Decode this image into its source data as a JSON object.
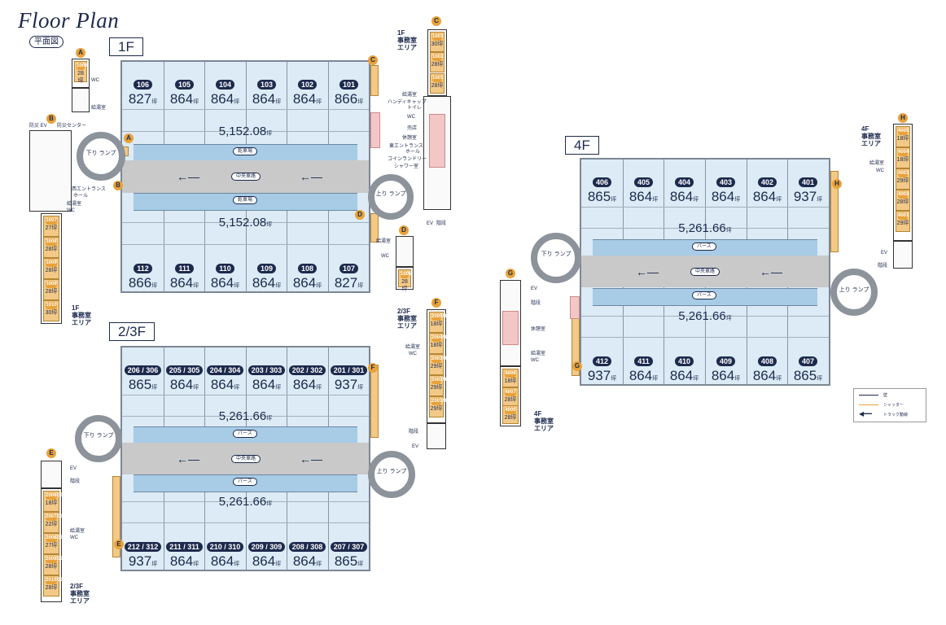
{
  "header": {
    "title": "Floor Plan",
    "subtitle": "平面図"
  },
  "units_label": "坪",
  "floors": {
    "f1": {
      "label": "1F",
      "units_top": [
        {
          "num": "106",
          "area": "827"
        },
        {
          "num": "105",
          "area": "864"
        },
        {
          "num": "104",
          "area": "864"
        },
        {
          "num": "103",
          "area": "864"
        },
        {
          "num": "102",
          "area": "864"
        },
        {
          "num": "101",
          "area": "866"
        }
      ],
      "units_bottom": [
        {
          "num": "112",
          "area": "866"
        },
        {
          "num": "111",
          "area": "864"
        },
        {
          "num": "110",
          "area": "864"
        },
        {
          "num": "109",
          "area": "864"
        },
        {
          "num": "108",
          "area": "864"
        },
        {
          "num": "107",
          "area": "827"
        }
      ],
      "area_top": "5,152.08",
      "area_bottom": "5,152.08",
      "pill_top": "乾車場",
      "pill_center": "中央車路",
      "pill_bottom": "乾車場"
    },
    "f23": {
      "label": "2/3F",
      "units_top": [
        {
          "num": "206 / 306",
          "area": "865"
        },
        {
          "num": "205 / 305",
          "area": "864"
        },
        {
          "num": "204 / 304",
          "area": "864"
        },
        {
          "num": "203 / 303",
          "area": "864"
        },
        {
          "num": "202 / 302",
          "area": "864"
        },
        {
          "num": "201 / 301",
          "area": "937"
        }
      ],
      "units_bottom": [
        {
          "num": "212 / 312",
          "area": "937"
        },
        {
          "num": "211 / 311",
          "area": "864"
        },
        {
          "num": "210 / 310",
          "area": "864"
        },
        {
          "num": "209 / 309",
          "area": "864"
        },
        {
          "num": "208 / 308",
          "area": "864"
        },
        {
          "num": "207 / 307",
          "area": "865"
        }
      ],
      "area_top": "5,261.66",
      "area_bottom": "5,261.66",
      "pill_top": "バース",
      "pill_center": "中央車路",
      "pill_bottom": "バース"
    },
    "f4": {
      "label": "4F",
      "units_top": [
        {
          "num": "406",
          "area": "865"
        },
        {
          "num": "405",
          "area": "864"
        },
        {
          "num": "404",
          "area": "864"
        },
        {
          "num": "403",
          "area": "864"
        },
        {
          "num": "402",
          "area": "864"
        },
        {
          "num": "401",
          "area": "937"
        }
      ],
      "units_bottom": [
        {
          "num": "412",
          "area": "937"
        },
        {
          "num": "411",
          "area": "864"
        },
        {
          "num": "410",
          "area": "864"
        },
        {
          "num": "409",
          "area": "864"
        },
        {
          "num": "408",
          "area": "864"
        },
        {
          "num": "407",
          "area": "865"
        }
      ],
      "area_top": "5,261.66",
      "area_bottom": "5,261.66",
      "pill_top": "バース",
      "pill_center": "中央車路",
      "pill_bottom": "バース"
    }
  },
  "ramps": {
    "down": "下り\nランプ",
    "up": "上り\nランプ"
  },
  "offices": {
    "a": {
      "marker": "A",
      "units": [
        {
          "num": "1006",
          "area": "28"
        }
      ],
      "labels": [
        "WC",
        "給湯室"
      ]
    },
    "b": {
      "marker": "B",
      "units": [
        {
          "num": "1007",
          "area": "27"
        },
        {
          "num": "1008",
          "area": "28"
        },
        {
          "num": "1009",
          "area": "28"
        },
        {
          "num": "1009",
          "area": "28"
        },
        {
          "num": "1010",
          "area": "30"
        }
      ],
      "labels": [
        "防災 EV",
        "防災センター",
        "西エントランス",
        "ホール",
        "給湯室",
        "WC"
      ],
      "area_label": "1F\n事務室\nエリア"
    },
    "c": {
      "marker": "C",
      "units": [
        {
          "num": "1003",
          "area": "30"
        },
        {
          "num": "1002",
          "area": "28"
        },
        {
          "num": "1001",
          "area": "28"
        }
      ],
      "labels": [
        "給湯室",
        "ハンディキャップ",
        "トイレ",
        "WC",
        "売店",
        "休憩室",
        "東エントランス",
        "ホール",
        "コインランドリー",
        "シャワー室",
        "EV",
        "階段"
      ],
      "area_label": "1F\n事務室\nエリア"
    },
    "d": {
      "marker": "D",
      "units": [
        {
          "num": "1005",
          "area": "28"
        }
      ],
      "labels": [
        "給湯室",
        "WC"
      ]
    },
    "e": {
      "marker": "E",
      "units": [
        {
          "num": "2006/3006",
          "area": "18"
        },
        {
          "num": "2007/3007",
          "area": "22"
        },
        {
          "num": "2008/3008",
          "area": "27"
        },
        {
          "num": "2009/3009",
          "area": "28"
        },
        {
          "num": "2010/3010",
          "area": "28"
        }
      ],
      "labels": [
        "EV",
        "階段",
        "給湯室",
        "WC"
      ],
      "area_label": "2/3F\n事務室\nエリア"
    },
    "f": {
      "marker": "F",
      "units": [
        {
          "num": "2005/3005",
          "area": "18"
        },
        {
          "num": "2004/3004",
          "area": "18"
        },
        {
          "num": "2003/3003",
          "area": "29"
        },
        {
          "num": "2002/3002",
          "area": "29"
        },
        {
          "num": "2001/3001",
          "area": "29"
        }
      ],
      "labels": [
        "給湯室",
        "WC",
        "階段",
        "EV"
      ],
      "area_label": "2/3F\n事務室\nエリア"
    },
    "g": {
      "marker": "G",
      "units": [
        {
          "num": "4006",
          "area": "18"
        },
        {
          "num": "4007",
          "area": "28"
        },
        {
          "num": "4008",
          "area": "28"
        }
      ],
      "labels": [
        "EV",
        "階段",
        "休憩室",
        "給湯室",
        "WC"
      ],
      "area_label": "4F\n事務室\nエリア"
    },
    "h": {
      "marker": "H",
      "units": [
        {
          "num": "4005",
          "area": "18"
        },
        {
          "num": "4004",
          "area": "18"
        },
        {
          "num": "4003",
          "area": "29"
        },
        {
          "num": "4002",
          "area": "28"
        },
        {
          "num": "4001",
          "area": "29"
        }
      ],
      "labels": [
        "給湯室",
        "WC",
        "EV",
        "階段"
      ],
      "area_label": "4F\n事務室\nエリア"
    }
  },
  "legend": {
    "items": [
      {
        "label": "壁",
        "color": "#1d2a4d"
      },
      {
        "label": "シャッター",
        "color": "#e8a23a"
      },
      {
        "label": "トラック動線",
        "color": "#1d2a4d"
      }
    ]
  },
  "colors": {
    "navy": "#1d2a4d",
    "unit_fill": "#dcebf5",
    "berth": "#a8cbe6",
    "office": "#f3c987",
    "marker": "#e8a23a",
    "corridor": "#c9c9c9"
  }
}
